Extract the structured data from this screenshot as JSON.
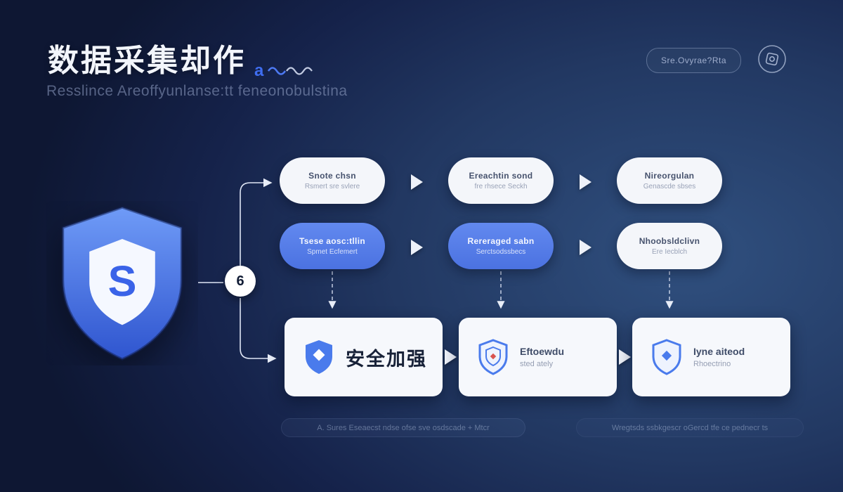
{
  "header": {
    "title": "数据采集却作",
    "subtitle": "Resslince Areoffyunlanse:tt feneonobulstina",
    "button_label": "Sre.Ovyrae?Rta"
  },
  "flow": {
    "step_number": "6",
    "row1": [
      {
        "line1": "Snote chsn",
        "line2": "Rsmert sre svlere"
      },
      {
        "line1": "Ereachtin sond",
        "line2": "fre rhsece Seckh"
      },
      {
        "line1": "Nireorgulan",
        "line2": "Genascde sbses"
      }
    ],
    "row2": [
      {
        "line1": "Tsese aosc:tllin",
        "line2": "Spmet Ecfemert"
      },
      {
        "line1": "Rereraged sabn",
        "line2": "Serctsodssbecs"
      },
      {
        "line1": "Nhoobsldclivn",
        "line2": "Ere Iecblch"
      }
    ],
    "bottom": [
      {
        "title": "安全加强",
        "subtitle": ""
      },
      {
        "title": "Eftoewdu",
        "subtitle": "sted ately"
      },
      {
        "title": "Iyne aiteod",
        "subtitle": "Rhoectrino"
      }
    ],
    "footnotes": [
      "A. Sures Eseaecst ndse ofse sve osdscade + Mtcr",
      "Wregtsds ssbkgescr oGercd tfe ce pednecr ts"
    ]
  },
  "colors": {
    "accent_blue": "#4c73e2",
    "shield_blue_light": "#6f9bf7",
    "shield_blue_dark": "#2f55cf",
    "pill_white": "#f4f6fa",
    "background_navy": "#15224a"
  }
}
